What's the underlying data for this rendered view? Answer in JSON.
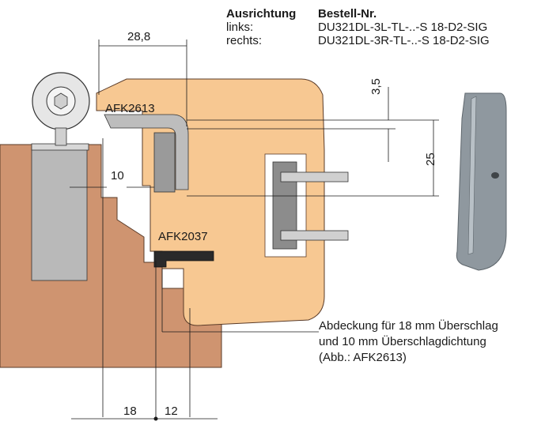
{
  "order_table": {
    "header_orientation": "Ausrichtung",
    "header_order_no": "Bestell-Nr.",
    "rows": [
      {
        "orientation": "links:",
        "order_no": "DU321DL-3L-TL-..-S 18-D2-SIG"
      },
      {
        "orientation": "rechts:",
        "order_no": "DU321DL-3R-TL-..-S 18-D2-SIG"
      }
    ]
  },
  "dimensions": {
    "top_width": "28,8",
    "right_small": "3,5",
    "right_height": "25",
    "left_gap": "10",
    "bottom_left": "18",
    "bottom_right": "12"
  },
  "parts": {
    "cover": "AFK2613",
    "seal": "AFK2037"
  },
  "caption": {
    "line1": "Abdeckung für 18 mm Überschlag",
    "line2": "und 10 mm Überschlagdichtung",
    "line3": "(Abb.: AFK2613)"
  },
  "colors": {
    "frame_wood": "#cf9470",
    "sash_wood": "#f7c892",
    "hinge_grey": "#b9b9b9",
    "part_grey": "#8f989f",
    "line": "#1a1a1a"
  }
}
